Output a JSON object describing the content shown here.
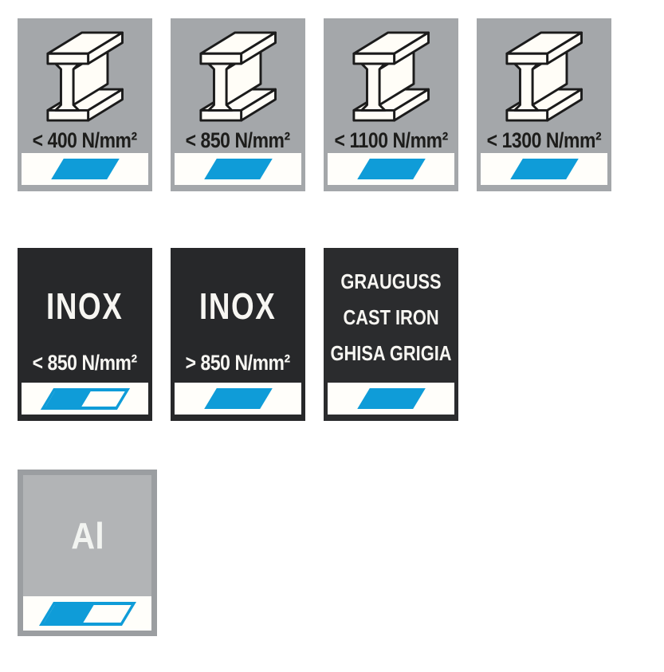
{
  "colors": {
    "accent_blue": "#0f9cd8",
    "steel_tile_gray": "#a4a7aa",
    "dark_tile": "#27282a",
    "aluminium_tile_gray": "#b2b4b6",
    "aluminium_tile_border": "#9b9ea1",
    "strip_white": "#fffefa"
  },
  "rows": {
    "steel": [
      {
        "icon": "steel-beam",
        "label": "< 400 N/mm²",
        "marker": "solid"
      },
      {
        "icon": "steel-beam",
        "label": "< 850 N/mm²",
        "marker": "solid"
      },
      {
        "icon": "steel-beam",
        "label": "< 1100 N/mm²",
        "marker": "solid"
      },
      {
        "icon": "steel-beam",
        "label": "< 1300 N/mm²",
        "marker": "solid"
      }
    ],
    "inox": [
      {
        "title": "INOX",
        "label": "< 850 N/mm²",
        "marker": "split"
      },
      {
        "title": "INOX",
        "label": "> 850 N/mm²",
        "marker": "solid"
      }
    ],
    "cast_iron": {
      "lines": [
        "GRAUGUSS",
        "CAST IRON",
        "GHISA GRIGIA"
      ],
      "marker": "solid"
    },
    "aluminium": {
      "label": "Al",
      "marker": "split"
    }
  }
}
